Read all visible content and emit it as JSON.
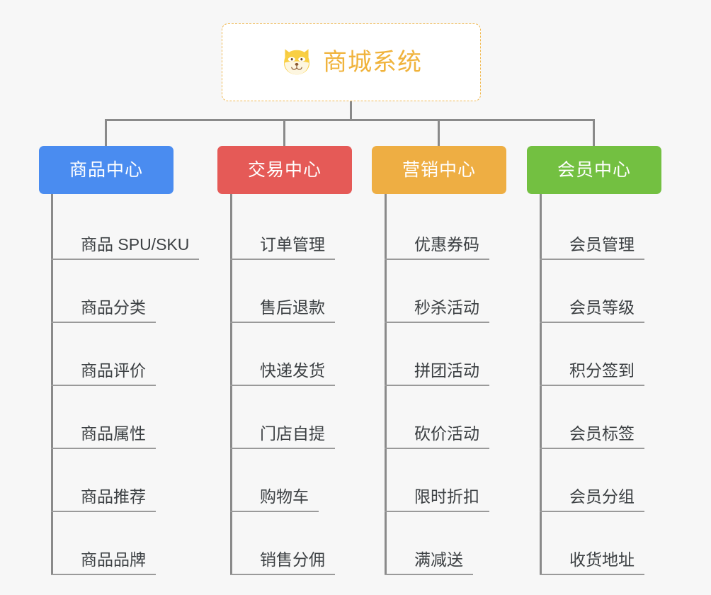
{
  "diagram": {
    "title": "商城系统",
    "root_icon": "shiba-dog-icon",
    "background_color": "#f7f7f7",
    "root": {
      "label": "商城系统",
      "border_color": "#f0b952",
      "text_color": "#f0b33c",
      "background_color": "#ffffff"
    },
    "connector_color": "#8a8a8a",
    "branches": [
      {
        "label": "商品中心",
        "color": "#4a8cf0",
        "items": [
          "商品 SPU/SKU",
          "商品分类",
          "商品评价",
          "商品属性",
          "商品推荐",
          "商品品牌"
        ]
      },
      {
        "label": "交易中心",
        "color": "#e55a57",
        "items": [
          "订单管理",
          "售后退款",
          "快递发货",
          "门店自提",
          "购物车",
          "销售分佣"
        ]
      },
      {
        "label": "营销中心",
        "color": "#eeae43",
        "items": [
          "优惠券码",
          "秒杀活动",
          "拼团活动",
          "砍价活动",
          "限时折扣",
          "满减送"
        ]
      },
      {
        "label": "会员中心",
        "color": "#73c041",
        "items": [
          "会员管理",
          "会员等级",
          "积分签到",
          "会员标签",
          "会员分组",
          "收货地址"
        ]
      }
    ]
  }
}
